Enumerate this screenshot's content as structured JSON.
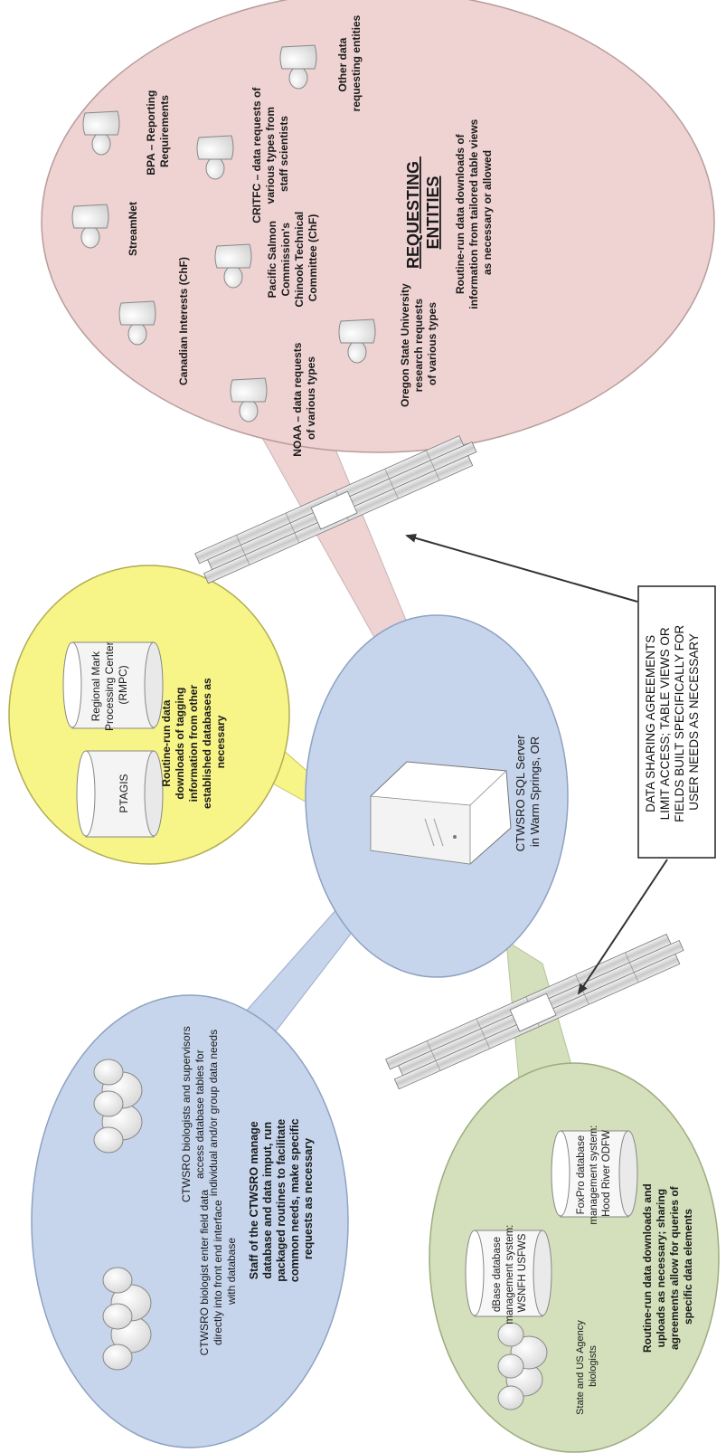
{
  "requesting": {
    "heading": [
      "REQUESTING",
      "ENTITIES"
    ],
    "note": [
      "Routine-run data downloads of",
      "information from tailored table views",
      "as necessary or allowed"
    ],
    "entities": [
      {
        "label": [
          "Other data",
          "requesting entities"
        ]
      },
      {
        "label": [
          "BPA – Reporting",
          "Requirements"
        ]
      },
      {
        "label": [
          "CRITFC – data requests of",
          "various types from",
          "staff scientists"
        ]
      },
      {
        "label": [
          "StreamNet"
        ]
      },
      {
        "label": [
          "Pacific Salmon",
          "Commission's",
          "Chinook Technical",
          "Committee  (ChF)"
        ]
      },
      {
        "label": [
          "Canadian Interests (ChF)"
        ]
      },
      {
        "label": [
          "Oregon State University",
          "research requests",
          "of various types"
        ]
      },
      {
        "label": [
          "NOAA – data requests",
          "of various types"
        ]
      }
    ]
  },
  "external_dbs": {
    "databases": [
      {
        "label": [
          "Regional Mark",
          "Processing Center",
          "(RMPC)"
        ]
      },
      {
        "label": [
          "PTAGIS"
        ]
      }
    ],
    "note": [
      "Routine-run data",
      "downloads of tagging",
      "information from other",
      "established databases as",
      "necessary"
    ]
  },
  "server": {
    "label": [
      "CTWSRO SQL Server",
      "in Warm Springs, OR"
    ]
  },
  "ctwsro_staff": {
    "group1": [
      "CTWSRO biologist enter field data",
      "directly into front end interface",
      "with database"
    ],
    "group2": [
      "CTWSRO biologists and supervisors",
      "access database tables for",
      "individual and/or group data needs"
    ],
    "note": [
      "Staff of the CTWSRO manage",
      "database and data imput, run",
      "packaged routines to facilitate",
      "common needs, make specific",
      "requests as necessary"
    ]
  },
  "state_agency": {
    "biologists": [
      "State and US Agency",
      "biologists"
    ],
    "dbase": [
      "dBase database",
      "management system:",
      "WSNFH USFWS"
    ],
    "foxpro": [
      "FoxPro database",
      "management system:",
      "Hood River ODFW"
    ],
    "note": [
      "Routine-run data downloads and",
      "uploads as necessary; sharing",
      "agreements allow for queries of",
      "specific data elements"
    ]
  },
  "callout": {
    "lines": [
      "DATA SHARING AGREEMENTS",
      "LIMIT ACCESS; TABLE VIEWS OR",
      "FIELDS BUILT SPECIFICALLY FOR",
      "USER NEEDS AS NECESSARY"
    ]
  },
  "colors": {
    "pink": "#efd3d3",
    "blue": "#c6d5ec",
    "yellow": "#f7f488",
    "green": "#d4dfbb"
  }
}
